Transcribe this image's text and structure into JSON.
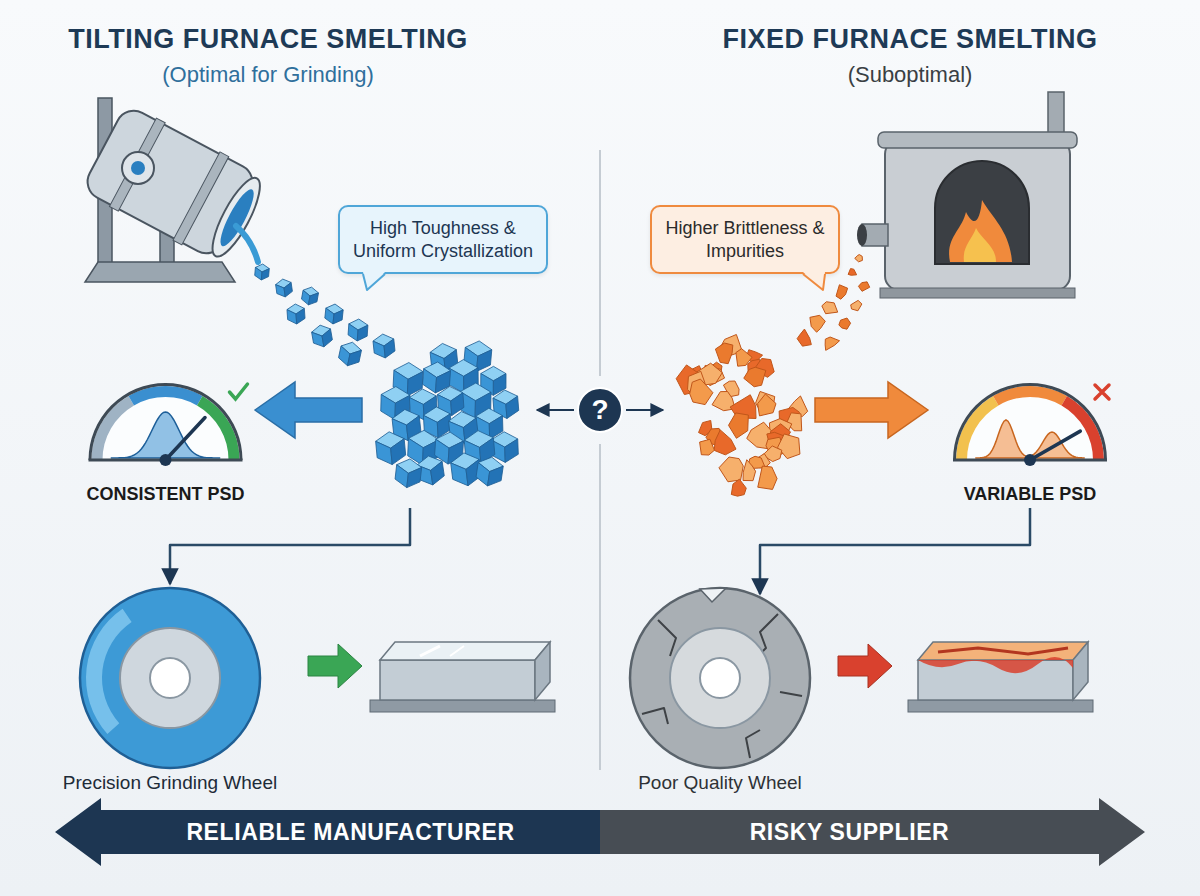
{
  "diagram": {
    "nodes": [
      {
        "text": [
          "High Toughness & Uniform Crystallization"
        ]
      },
      {
        "text": [
          "Higher Brittleness & Impurities"
        ]
      },
      {
        "text": [
          "CONSISTENT PSD"
        ]
      },
      {
        "text": [
          "?"
        ]
      },
      {
        "text": [
          "VARIABLE PSD"
        ]
      },
      {
        "text": [
          "Precision Grinding Wheel"
        ]
      },
      {
        "text": [
          "Poor Quality Wheel"
        ]
      },
      {
        "text": [
          "RELIABLE MANUFACTURER"
        ]
      },
      {
        "text": [
          "RISKY SUPPLIER"
        ]
      }
    ],
    "labels": [
      "TILTING FURNACE SMELTING",
      "(Optimal for Grinding)",
      "FIXED FURNACE SMELTING",
      "(Suboptimal)"
    ]
  }
}
